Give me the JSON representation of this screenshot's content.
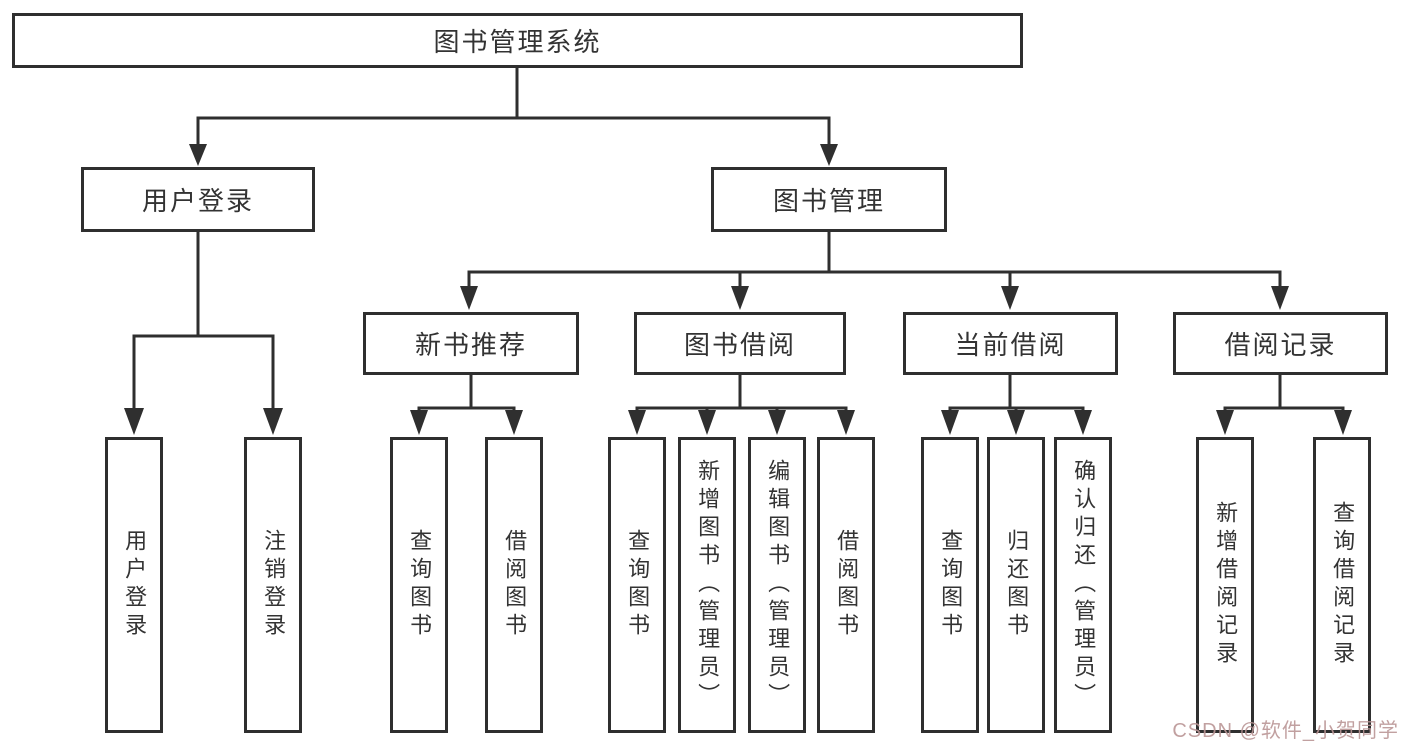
{
  "diagram": {
    "root": {
      "label": "图书管理系统"
    },
    "branches": [
      {
        "label": "用户登录",
        "children": [
          {
            "label": "用户登录"
          },
          {
            "label": "注销登录"
          }
        ]
      },
      {
        "label": "图书管理",
        "children": [
          {
            "label": "新书推荐",
            "children": [
              {
                "label": "查询图书"
              },
              {
                "label": "借阅图书"
              }
            ]
          },
          {
            "label": "图书借阅",
            "children": [
              {
                "label": "查询图书"
              },
              {
                "label": "新增图书（管理员）"
              },
              {
                "label": "编辑图书（管理员）"
              },
              {
                "label": "借阅图书"
              }
            ]
          },
          {
            "label": "当前借阅",
            "children": [
              {
                "label": "查询图书"
              },
              {
                "label": "归还图书"
              },
              {
                "label": "确认归还（管理员）"
              }
            ]
          },
          {
            "label": "借阅记录",
            "children": [
              {
                "label": "新增借阅记录"
              },
              {
                "label": "查询借阅记录"
              }
            ]
          }
        ]
      }
    ]
  },
  "watermark": {
    "text": "CSDN @软件_小贺同学"
  },
  "colors": {
    "line": "#2f2f2f",
    "box_border": "#2f2f2f",
    "text": "#333333",
    "watermark": "#ba9696",
    "background": "#ffffff"
  }
}
